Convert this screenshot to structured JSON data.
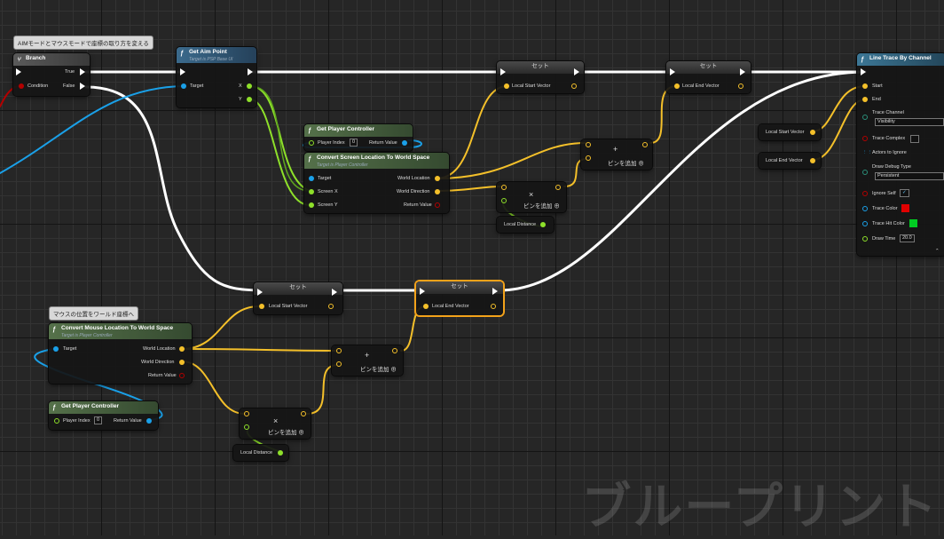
{
  "comments": {
    "aim": "AIMモードとマウスモードで座標の取り方を変える",
    "mouse": "マウスの位置をワールド座標へ"
  },
  "branch": {
    "title": "Branch",
    "true": "True",
    "false": "False",
    "condition": "Condition"
  },
  "get_aim_point": {
    "title": "Get Aim Point",
    "subtitle": "Target is PSP Base UI",
    "target": "Target",
    "x": "X",
    "y": "Y"
  },
  "set_node": {
    "title": "セット",
    "local_start": "Local Start Vector",
    "local_end": "Local End Vector"
  },
  "get_player_controller": {
    "title": "Get Player Controller",
    "player_index": "Player Index",
    "index_value": "0",
    "return_value": "Return Value"
  },
  "convert_screen": {
    "title": "Convert Screen Location To World Space",
    "subtitle": "Target is Player Controller",
    "target": "Target",
    "screen_x": "Screen X",
    "screen_y": "Screen Y",
    "world_location": "World Location",
    "world_direction": "World Direction",
    "return_value": "Return Value"
  },
  "convert_mouse": {
    "title": "Convert Mouse Location To World Space",
    "subtitle": "Target is Player Controller",
    "target": "Target",
    "world_location": "World Location",
    "world_direction": "World Direction",
    "return_value": "Return Value"
  },
  "math": {
    "add_pin": "ピンを追加",
    "plus": "+",
    "times": "×"
  },
  "variables": {
    "local_distance": "Local Distance",
    "local_start": "Local Start Vector",
    "local_end": "Local End Vector"
  },
  "line_trace": {
    "title": "Line Trace By Channel",
    "start": "Start",
    "end": "End",
    "trace_channel": "Trace Channel",
    "trace_channel_value": "Visibility",
    "trace_complex": "Trace Complex",
    "actors_to_ignore": "Actors to Ignore",
    "draw_debug_type": "Draw Debug Type",
    "draw_debug_value": "Persistent",
    "ignore_self": "Ignore Self",
    "trace_color": "Trace Color",
    "trace_hit_color": "Trace Hit Color",
    "draw_time": "Draw Time",
    "draw_time_value": "20.0"
  },
  "watermark": "ブループリント",
  "colors": {
    "exec": "#ffffff",
    "vector": "#f4c02a",
    "float": "#8ee02a",
    "object": "#1aa0e8",
    "bool": "#b30000",
    "struct": "#1aa0e8",
    "trace_color": "#e00000",
    "hit_color": "#00cc22"
  }
}
